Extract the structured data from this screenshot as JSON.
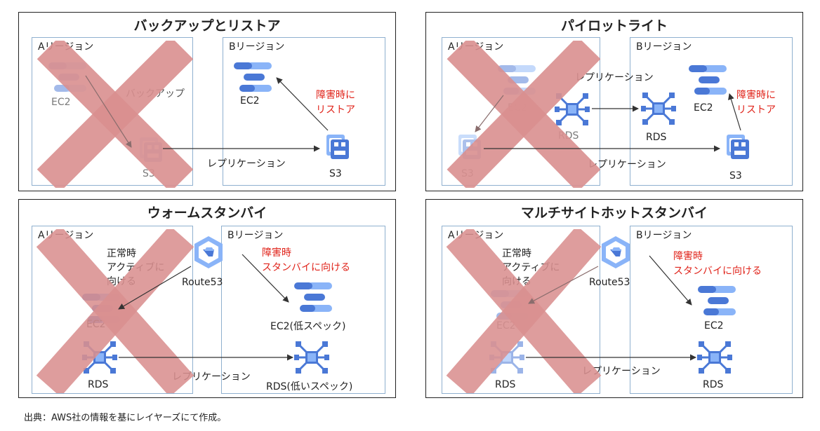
{
  "caption": "出典：AWS社の情報を基にレイヤーズにて作成。",
  "labels": {
    "region_a": "Aリージョン",
    "region_b": "Bリージョン",
    "ec2": "EC2",
    "s3": "S3",
    "rds": "RDS",
    "route53": "Route53",
    "backup": "バックアップ",
    "replication": "レプリケーション",
    "restore_on_failure": [
      "障害時に",
      "リストア"
    ],
    "normal_active": [
      "正常時",
      "アクティブに",
      "向ける"
    ],
    "failure_standby": [
      "障害時",
      "スタンバイに向ける"
    ],
    "ec2_low_spec": "EC2(低スペック)",
    "rds_low_spec": "RDS(低いスペック)"
  },
  "panels": [
    {
      "title": "バックアップとリストア"
    },
    {
      "title": "パイロットライト"
    },
    {
      "title": "ウォームスタンバイ"
    },
    {
      "title": "マルチサイトホットスタンバイ"
    }
  ],
  "colors": {
    "icon_blue": "#4a78d6",
    "icon_light": "#8ab4f8",
    "cross": "#d98f8f",
    "region_border": "#8fb0cf",
    "alert_red": "#e0241b"
  }
}
